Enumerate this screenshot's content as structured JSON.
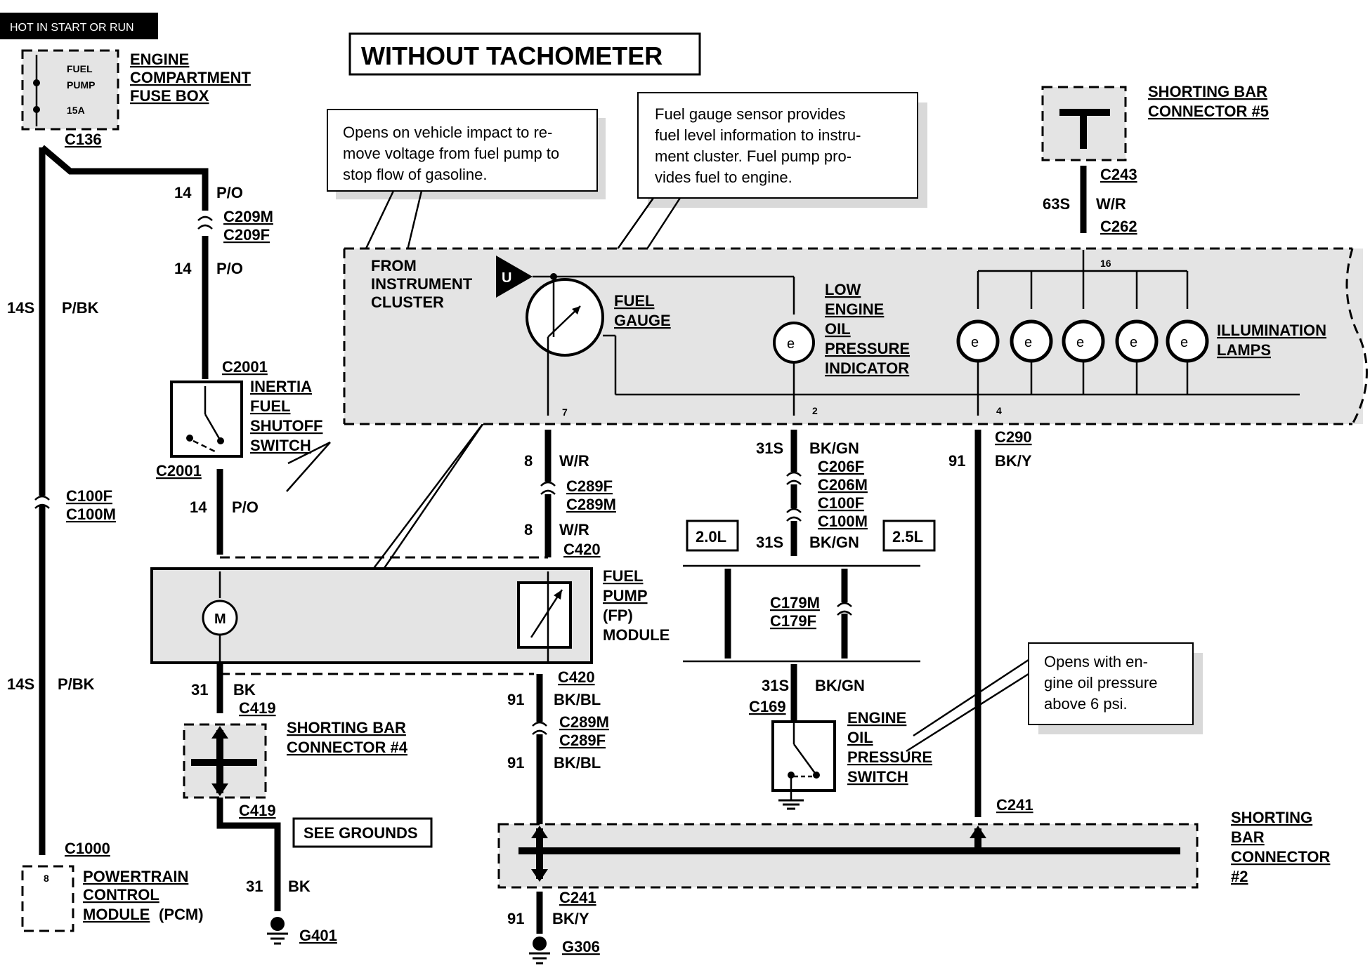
{
  "header": {
    "hot_label": "HOT IN START OR RUN",
    "title": "WITHOUT TACHOMETER"
  },
  "fuse_box": {
    "fuse_text": [
      "FUEL",
      "PUMP",
      "15A"
    ],
    "label": [
      "ENGINE",
      "COMPARTMENT",
      "FUSE BOX"
    ],
    "connector": "C136"
  },
  "callouts": {
    "inertia": [
      "Opens on vehicle impact to re-",
      "move voltage from fuel pump to",
      "stop flow of gasoline."
    ],
    "fuel_gauge": [
      "Fuel gauge sensor provides",
      "fuel level information to instru-",
      "ment cluster. Fuel pump pro-",
      "vides fuel to engine."
    ],
    "oil_pressure": [
      "Opens with en-",
      "gine oil pressure",
      "above 6 psi."
    ]
  },
  "instrument_cluster": {
    "label": [
      "FROM",
      "INSTRUMENT",
      "CLUSTER"
    ],
    "u_symbol": "U",
    "fuel_gauge_label": [
      "FUEL",
      "GAUGE"
    ],
    "low_oil_label": [
      "LOW",
      "ENGINE",
      "OIL",
      "PRESSURE",
      "INDICATOR"
    ],
    "illumination_label": [
      "ILLUMINATION",
      "LAMPS"
    ],
    "pins": [
      "7",
      "2",
      "4",
      "16"
    ]
  },
  "shorting_bars": {
    "sb5": [
      "SHORTING BAR",
      "CONNECTOR #5"
    ],
    "sb4": [
      "SHORTING BAR",
      "CONNECTOR #4"
    ],
    "sb2": [
      "SHORTING",
      "BAR",
      "CONNECTOR",
      "#2"
    ]
  },
  "inertia_switch": {
    "label": [
      "INERTIA",
      "FUEL",
      "SHUTOFF",
      "SWITCH"
    ],
    "connector_top": "C2001",
    "connector_bottom": "C2001"
  },
  "fuel_pump_module": {
    "label": [
      "FUEL",
      "PUMP",
      "(FP)",
      "MODULE"
    ],
    "motor_symbol": "M"
  },
  "oil_switch": {
    "label": [
      "ENGINE",
      "OIL",
      "PRESSURE",
      "SWITCH"
    ],
    "connector": "C169"
  },
  "pcm": {
    "pin": "8",
    "label": [
      "POWERTRAIN",
      "CONTROL",
      "MODULE"
    ],
    "suffix": "(PCM)",
    "connector": "C1000"
  },
  "engines": {
    "e20": "2.0L",
    "e25": "2.5L"
  },
  "see_grounds": "SEE GROUNDS",
  "grounds": {
    "g401": "G401",
    "g306": "G306"
  },
  "wires": {
    "c14s_top": {
      "circuit": "14S",
      "color": "P/BK"
    },
    "c14s_bottom": {
      "circuit": "14S",
      "color": "P/BK"
    },
    "p14_a": {
      "circuit": "14",
      "color": "P/O"
    },
    "p14_b": {
      "circuit": "14",
      "color": "P/O"
    },
    "p14_c": {
      "circuit": "14",
      "color": "P/O"
    },
    "wr8_a": {
      "circuit": "8",
      "color": "W/R"
    },
    "wr8_b": {
      "circuit": "8",
      "color": "W/R"
    },
    "bk31_a": {
      "circuit": "31",
      "color": "BK"
    },
    "bk31_b": {
      "circuit": "31",
      "color": "BK"
    },
    "bkbl_a": {
      "circuit": "91",
      "color": "BK/BL"
    },
    "bkbl_b": {
      "circuit": "91",
      "color": "BK/BL"
    },
    "bky_a": {
      "circuit": "91",
      "color": "BK/Y"
    },
    "bky_b": {
      "circuit": "91",
      "color": "BK/Y"
    },
    "bkgn_a": {
      "circuit": "31S",
      "color": "BK/GN"
    },
    "bkgn_b": {
      "circuit": "31S",
      "color": "BK/GN"
    },
    "bkgn_c": {
      "circuit": "31S",
      "color": "BK/GN"
    },
    "wr63": {
      "circuit": "63S",
      "color": "W/R"
    }
  },
  "connectors": {
    "c209m": "C209M",
    "c209f": "C209F",
    "c100f_l": "C100F",
    "c100m_l": "C100M",
    "c289f_a": "C289F",
    "c289m_a": "C289M",
    "c420_a": "C420",
    "c420_b": "C420",
    "c289m_b": "C289M",
    "c289f_b": "C289F",
    "c419_a": "C419",
    "c419_b": "C419",
    "c206f": "C206F",
    "c206m": "C206M",
    "c100f_r": "C100F",
    "c100m_r": "C100M",
    "c179m": "C179M",
    "c179f": "C179F",
    "c290": "C290",
    "c241_a": "C241",
    "c241_b": "C241",
    "c243": "C243",
    "c262": "C262"
  }
}
